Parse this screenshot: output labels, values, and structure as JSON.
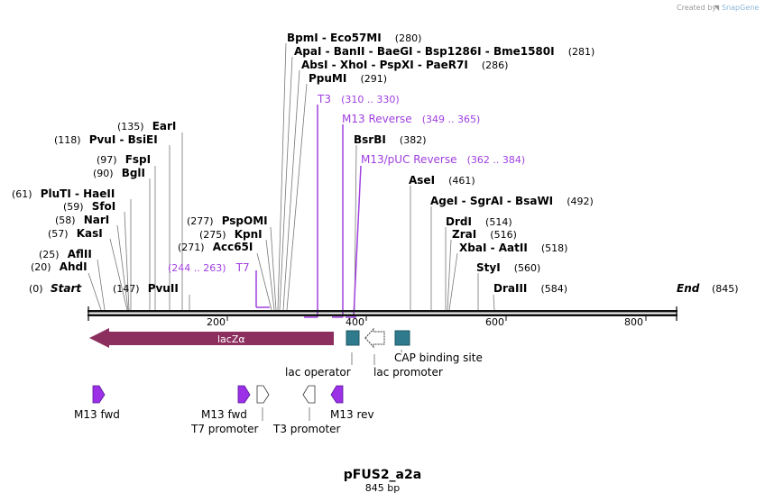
{
  "credit": {
    "prefix": "Created by",
    "brand": "SnapGene"
  },
  "title": "pFUS2_a2a",
  "subtitle": "845 bp",
  "ends": {
    "start_pos": "(0)",
    "start": "Start",
    "end": "End",
    "end_pos": "(845)"
  },
  "ruler": {
    "ticks": [
      "200",
      "400",
      "600",
      "800"
    ]
  },
  "sites": [
    {
      "text": "BpmI - Eco57MI",
      "pos": "(280)"
    },
    {
      "text": "ApaI - BanII - BaeGI - Bsp1286I - Bme1580I",
      "pos": "(281)"
    },
    {
      "text": "AbsI - XhoI - PspXI - PaeR7I",
      "pos": "(286)"
    },
    {
      "text": "PpuMI",
      "pos": "(291)"
    },
    {
      "text": "BsrBI",
      "pos": "(382)"
    },
    {
      "text": "AseI",
      "pos": "(461)"
    },
    {
      "text": "AgeI - SgrAI - BsaWI",
      "pos": "(492)"
    },
    {
      "text": "DrdI",
      "pos": "(514)"
    },
    {
      "text": "ZraI",
      "pos": "(516)"
    },
    {
      "text": "XbaI - AatII",
      "pos": "(518)"
    },
    {
      "text": "StyI",
      "pos": "(560)"
    },
    {
      "text": "DraIII",
      "pos": "(584)"
    },
    {
      "text": "EarI",
      "pos": "(135)"
    },
    {
      "text": "PvuI - BsiEI",
      "pos": "(118)"
    },
    {
      "text": "FspI",
      "pos": "(97)"
    },
    {
      "text": "BglI",
      "pos": "(90)"
    },
    {
      "text": "PluTI - HaeII",
      "pos": "(61)"
    },
    {
      "text": "SfoI",
      "pos": "(59)"
    },
    {
      "text": "NarI",
      "pos": "(58)"
    },
    {
      "text": "KasI",
      "pos": "(57)"
    },
    {
      "text": "AflII",
      "pos": "(25)"
    },
    {
      "text": "AhdI",
      "pos": "(20)"
    },
    {
      "text": "PvuII",
      "pos": "(147)"
    },
    {
      "text": "PspOMI",
      "pos": "(277)"
    },
    {
      "text": "KpnI",
      "pos": "(275)"
    },
    {
      "text": "Acc65I",
      "pos": "(271)"
    }
  ],
  "primers_upper": [
    {
      "name": "T3",
      "range": "(310 .. 330)"
    },
    {
      "name": "M13 Reverse",
      "range": "(349 .. 365)"
    },
    {
      "name": "M13/pUC Reverse",
      "range": "(362 .. 384)"
    },
    {
      "name": "T7",
      "range": "(244 .. 263)"
    }
  ],
  "features": [
    {
      "name": "lacZα",
      "color": "#8c2f5f"
    },
    {
      "name": "lac operator",
      "color": "#2f7a8c"
    },
    {
      "name": "lac promoter",
      "color": "#ffffff"
    },
    {
      "name": "CAP binding site",
      "color": "#2f7a8c"
    }
  ],
  "lower_features": [
    {
      "name": "M13 fwd",
      "color": "#9b30e6"
    },
    {
      "name": "M13 fwd",
      "color": "#9b30e6"
    },
    {
      "name": "T7 promoter",
      "color": "#ffffff"
    },
    {
      "name": "T3 promoter",
      "color": "#ffffff"
    },
    {
      "name": "M13 rev",
      "color": "#9b30e6"
    }
  ]
}
